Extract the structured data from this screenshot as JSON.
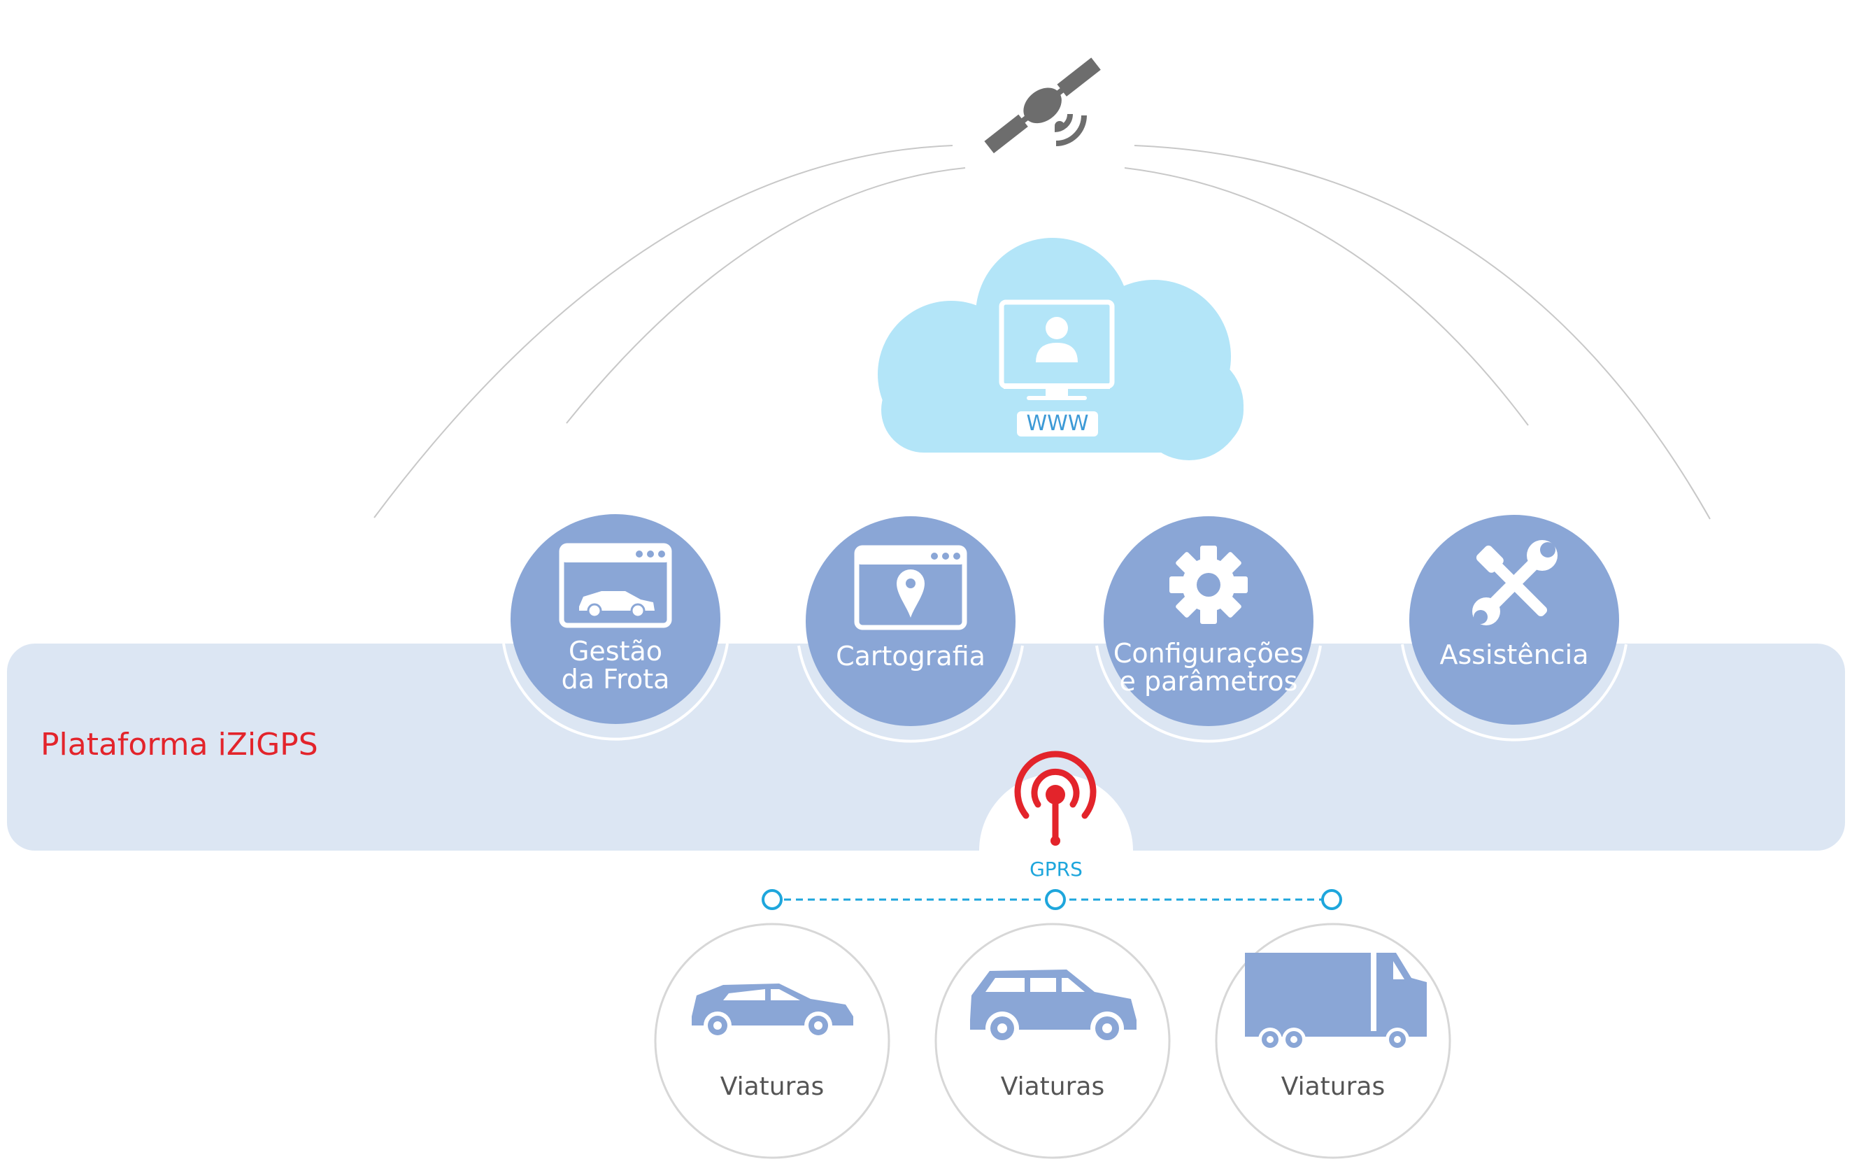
{
  "platform": {
    "label": "Plataforma iZiGPS"
  },
  "cloud": {
    "badge": "WWW"
  },
  "modules": [
    {
      "label": "Gestão\nda Frota",
      "icon": "browser-car-icon"
    },
    {
      "label": "Cartografia",
      "icon": "browser-map-pin-icon"
    },
    {
      "label": "Configurações\ne parâmetros",
      "icon": "gear-icon"
    },
    {
      "label": "Assistência",
      "icon": "tools-icon"
    }
  ],
  "connection": {
    "label": "GPRS",
    "icon": "antenna-icon"
  },
  "vehicles": [
    {
      "label": "Viaturas",
      "icon": "sedan-car-icon"
    },
    {
      "label": "Viaturas",
      "icon": "suv-car-icon"
    },
    {
      "label": "Viaturas",
      "icon": "truck-icon"
    }
  ],
  "colors": {
    "module_fill": "#8aa6d6",
    "platform_band": "#dce6f3",
    "cloud": "#b3e5f8",
    "accent_red": "#e3242b",
    "gprs_blue": "#1ea6dc",
    "satellite": "#6d6d6d"
  }
}
